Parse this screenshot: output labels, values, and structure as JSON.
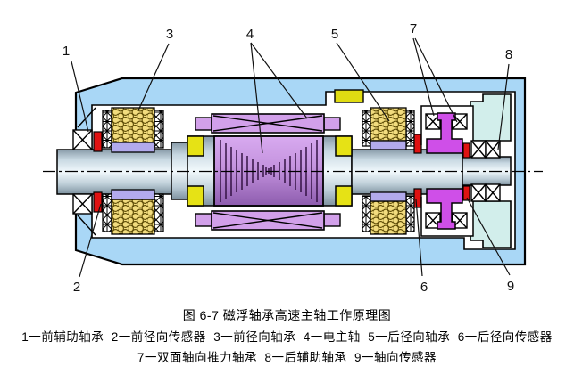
{
  "figure_caption": {
    "title": "图 6-7 磁浮轴承高速主轴工作原理图",
    "legend_line_1": "1一前辅助轴承  2一前径向传感器  3一前径向轴承  4一电主轴  5一后径向轴承  6一后径向传感器",
    "legend_line_2": "7一双面轴向推力轴承  8一后辅助轴承  9一轴向传感器"
  },
  "callouts": {
    "1": {
      "number": "1",
      "part": "前辅助轴承"
    },
    "2": {
      "number": "2",
      "part": "前径向传感器"
    },
    "3": {
      "number": "3",
      "part": "前径向轴承"
    },
    "4": {
      "number": "4",
      "part": "电主轴"
    },
    "5": {
      "number": "5",
      "part": "后径向轴承"
    },
    "6": {
      "number": "6",
      "part": "后径向传感器"
    },
    "7": {
      "number": "7",
      "part": "双面轴向推力轴承"
    },
    "8": {
      "number": "8",
      "part": "后辅助轴承"
    },
    "9": {
      "number": "9",
      "part": "轴向传感器"
    }
  },
  "colors": {
    "housing_blue": "#a9d7f6",
    "end_cap_cyan": "#d2eeeb",
    "bearing_yellow": "#f2dc7e",
    "ring_yellow": "#e6e215",
    "sleeve_lavender": "#b2aaec",
    "stator_purple": "#d2a0ea",
    "rotor_purple": "#c493de",
    "thrust_disc_magenta": "#cf4fe8",
    "sensor_red": "#e01212",
    "outline": "#000000"
  }
}
